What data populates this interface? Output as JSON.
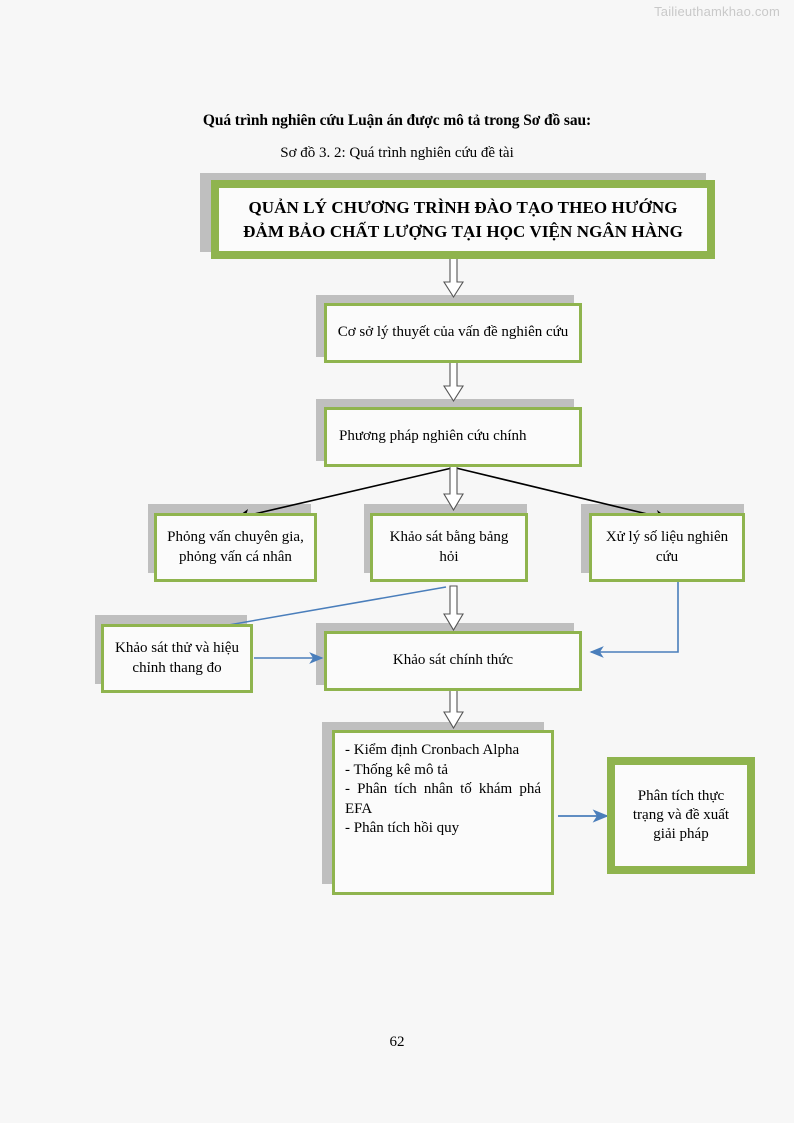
{
  "watermark": "Tailieuthamkhao.com",
  "document": {
    "heading": "Quá trình nghiên cứu Luận án được mô tả trong Sơ đồ sau:",
    "figure_caption": "Sơ đồ 3. 2: Quá trình nghiên cứu đề tài",
    "page_number": "62"
  },
  "colors": {
    "box_border_green": "#8fb44e",
    "shadow_gray": "#bfbfbf",
    "blue_connector": "#4a7ebb",
    "black_connector": "#000000",
    "page_background": "#f7f7f7",
    "watermark_gray": "#c9c9c9"
  },
  "diagram": {
    "nodes": [
      {
        "id": "title",
        "label": "QUẢN LÝ CHƯƠNG TRÌNH ĐÀO TẠO THEO HƯỚNG ĐẢM BẢO CHẤT LƯỢNG TẠI HỌC VIỆN NGÂN HÀNG",
        "style": "double-border-title"
      },
      {
        "id": "theory",
        "label": "Cơ sở lý thuyết của vấn đề nghiên cứu",
        "style": "single-border"
      },
      {
        "id": "method",
        "label": "Phương pháp nghiên cứu chính",
        "style": "single-border-left-aligned"
      },
      {
        "id": "interview",
        "label": "Phỏng vấn chuyên gia, phỏng vấn cá nhân",
        "style": "single-border"
      },
      {
        "id": "questionnaire",
        "label": "Khảo sát bằng bảng hỏi",
        "style": "single-border"
      },
      {
        "id": "dataprocessing",
        "label": "Xử lý số liệu nghiên cứu",
        "style": "single-border"
      },
      {
        "id": "pilot",
        "label": "Khảo sát thử và hiệu chỉnh thang đo",
        "style": "single-border"
      },
      {
        "id": "mainsurvey",
        "label": "Khảo sát chính thức",
        "style": "single-border"
      },
      {
        "id": "analysis",
        "label": "-  Kiểm  định  Cronbach Alpha\n- Thống kê mô tả\n-  Phân  tích  nhân  tố  khám phá EFA\n- Phân tích hồi quy",
        "lines": [
          "-  Kiểm  định  Cronbach Alpha",
          "- Thống kê mô tả",
          "-  Phân  tích  nhân  tố  khám phá EFA",
          "- Phân tích hồi quy"
        ],
        "style": "single-border-justified"
      },
      {
        "id": "conclusion",
        "label": "Phân tích thực trạng và đề xuất giải pháp",
        "style": "double-border"
      }
    ],
    "edges": [
      {
        "from": "title",
        "to": "theory",
        "type": "block-arrow-down",
        "color": "#000000"
      },
      {
        "from": "theory",
        "to": "method",
        "type": "block-arrow-down",
        "color": "#000000"
      },
      {
        "from": "method",
        "to": "interview",
        "type": "line-arrow-diagonal-left",
        "color": "#000000"
      },
      {
        "from": "method",
        "to": "questionnaire",
        "type": "block-arrow-down",
        "color": "#000000"
      },
      {
        "from": "method",
        "to": "dataprocessing",
        "type": "line-arrow-diagonal-right",
        "color": "#000000"
      },
      {
        "from": "questionnaire",
        "to": "pilot",
        "type": "line-arrow-diagonal-left",
        "color": "#4a7ebb"
      },
      {
        "from": "questionnaire",
        "to": "mainsurvey",
        "type": "block-arrow-down",
        "color": "#000000"
      },
      {
        "from": "pilot",
        "to": "mainsurvey",
        "type": "line-arrow-right",
        "color": "#4a7ebb"
      },
      {
        "from": "dataprocessing",
        "to": "mainsurvey",
        "type": "elbow-arrow-down-left",
        "color": "#4a7ebb"
      },
      {
        "from": "mainsurvey",
        "to": "analysis",
        "type": "block-arrow-down",
        "color": "#000000"
      },
      {
        "from": "analysis",
        "to": "conclusion",
        "type": "line-arrow-right",
        "color": "#4a7ebb"
      }
    ]
  }
}
